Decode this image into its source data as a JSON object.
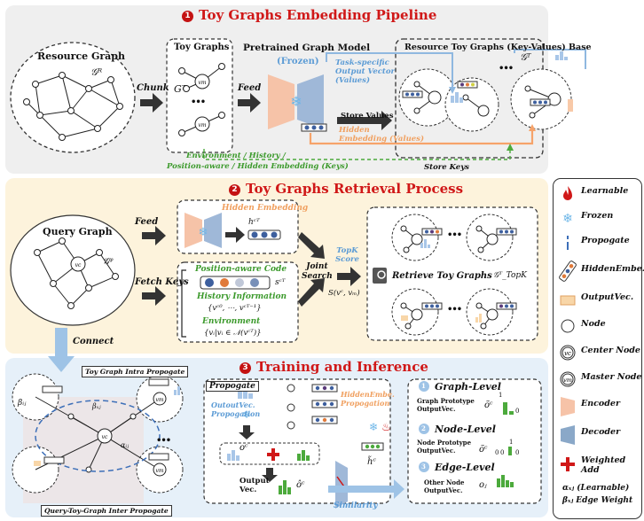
{
  "section1": {
    "number": "1",
    "title": "Toy Graphs Embedding Pipeline",
    "resource_graph_label": "Resource Graph",
    "resource_graph_symbol": "𝒢ᴿ",
    "chunk_label": "Chunk",
    "toy_graphs_label": "Toy Graphs",
    "toy_graph_symbol": "Gᵀ",
    "ellipsis": "•••",
    "feed_label": "Feed",
    "pretrained_label": "Pretrained Graph Model",
    "frozen_label": "(Frozen)",
    "task_specific_label": "Task-specific\nOutput Vector\n(Values)",
    "hidden_embedding_label": "Hidden\nEmbedding (Values)",
    "store_values_label": "Store Values",
    "store_keys_label": "Store Keys",
    "base_label": "Resource Toy Graphs  (Key-Values) Base",
    "base_symbol": "𝒢ᵀ",
    "env_history_label": "Environment  / History  /",
    "position_hidden_label": "Position-aware  / Hidden Embedding  (Keys)"
  },
  "section2": {
    "number": "2",
    "title": "Toy Graphs Retrieval Process",
    "query_graph_label": "Query Graph",
    "query_graph_symbol": "𝒢ᵠ",
    "feed_label": "Feed",
    "fetch_keys_label": "Fetch Keys",
    "connect_label": "Connect",
    "hidden_embedding_label": "Hidden Embedding",
    "hidden_symbol": "hᶜᵀ",
    "position_code_label": "Position-aware Code",
    "position_symbol": "sᶜᵀ",
    "history_label": "History Information",
    "history_formula": "{vᶜ⁰, ⋯, vᶜᵀ⁻¹}",
    "environment_label": "Environment",
    "environment_formula": "{vᵢ|vᵢ ∈ 𝒩(vᶜᵀ)}",
    "joint_search_label": "Joint\nSearch",
    "topk_label": "TopK\nScore",
    "score_formula": "S(vᶜ, vₘ)",
    "retrieve_label": "Retrieve Toy Graphs",
    "retrieve_symbol": "𝒢ᵀ_TopK"
  },
  "section3": {
    "number": "3",
    "title": "Training and Inference",
    "intra_label": "Toy Graph Intra Propogate",
    "inter_label": "Query-Toy-Graph Inter Propogate",
    "beta_ij": "βᵢⱼ",
    "beta_xj": "βₓⱼ",
    "alpha_ij": "αᵢⱼ",
    "propogate_label": "Propogate",
    "output_vec_prop": "OutoutVec.\nPropogation",
    "hidden_embe_prop": "HiddenEmbe.\nPropogation",
    "oc_symbol": "oᶜ",
    "hc_symbol": "h̃ᶜ",
    "output_vec_label": "Output\nVec.",
    "ohat_symbol": "ôᶜ",
    "similarity_label": "Similarity",
    "graph_level": "Graph-Level",
    "graph_level_desc": "Graph Prototype\nOutputVec.",
    "graph_symbol": "õᶜ",
    "node_level": "Node-Level",
    "node_level_desc": "Node Prototype\nOutputVec.",
    "node_symbol": "õᶜ",
    "edge_level": "Edge-Level",
    "edge_level_desc": "Other Node\nOutputVec.",
    "edge_symbol": "oⱼ",
    "level_numbers": [
      "1",
      "2",
      "3"
    ],
    "bar_labels": [
      "1",
      "0",
      "0",
      "0",
      "1",
      "0"
    ]
  },
  "legend": {
    "items": [
      {
        "label": "Learnable",
        "icon": "flame-icon"
      },
      {
        "label": "Frozen",
        "icon": "snowflake-icon"
      },
      {
        "label": "Propogate",
        "icon": "propagate-icon"
      },
      {
        "label": "HiddenEmbe.",
        "icon": "hidden-embedding-icon"
      },
      {
        "label": "OutputVec.",
        "icon": "output-vector-icon"
      },
      {
        "label": "Node",
        "icon": "node-icon"
      },
      {
        "label": "Center Node",
        "icon": "center-node-icon",
        "symbol": "vc"
      },
      {
        "label": "Master Node",
        "icon": "master-node-icon",
        "symbol": "vm"
      },
      {
        "label": "Encoder",
        "icon": "encoder-icon"
      },
      {
        "label": "Decoder",
        "icon": "decoder-icon"
      },
      {
        "label": "Weighted\nAdd",
        "icon": "plus-icon"
      }
    ],
    "weights_line1": "αₓⱼ  (Learnable)",
    "weights_line2": "βₓⱼ  Edge Weight"
  },
  "colors": {
    "red": "#d01818",
    "blue": "#5b9bd5",
    "green": "#3c9a2c",
    "orange": "#f0a060",
    "panel1": "#efefef",
    "panel2": "#fdf3dc",
    "panel3": "#e6f0f9"
  }
}
